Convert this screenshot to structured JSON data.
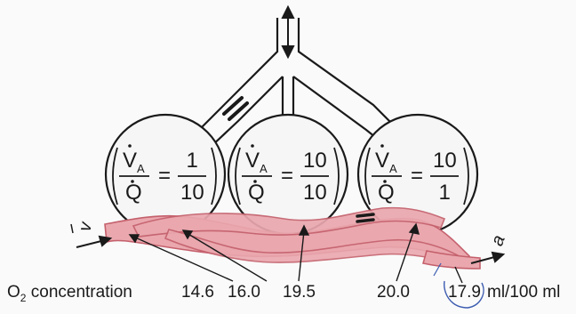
{
  "alveoli": [
    {
      "top_symbol": "V",
      "top_sub": "A",
      "bottom_symbol": "Q",
      "equals": "=",
      "num": "1",
      "den": "10"
    },
    {
      "top_symbol": "V",
      "top_sub": "A",
      "bottom_symbol": "Q",
      "equals": "=",
      "num": "10",
      "den": "10"
    },
    {
      "top_symbol": "V",
      "top_sub": "A",
      "bottom_symbol": "Q",
      "equals": "=",
      "num": "10",
      "den": "1"
    }
  ],
  "venous_label": "v",
  "arterial_label": "a",
  "concentration_label": {
    "prefix": "O",
    "sub": "2",
    "text": " concentration"
  },
  "values": [
    "14.6",
    "16.0",
    "19.5",
    "20.0",
    "17.9"
  ],
  "unit": "ml/100 ml",
  "colors": {
    "vessel_fill": "#eaa7ae",
    "vessel_stroke": "#c4606c",
    "line": "#1a1a1a",
    "annotation": "#3b5bb0"
  }
}
